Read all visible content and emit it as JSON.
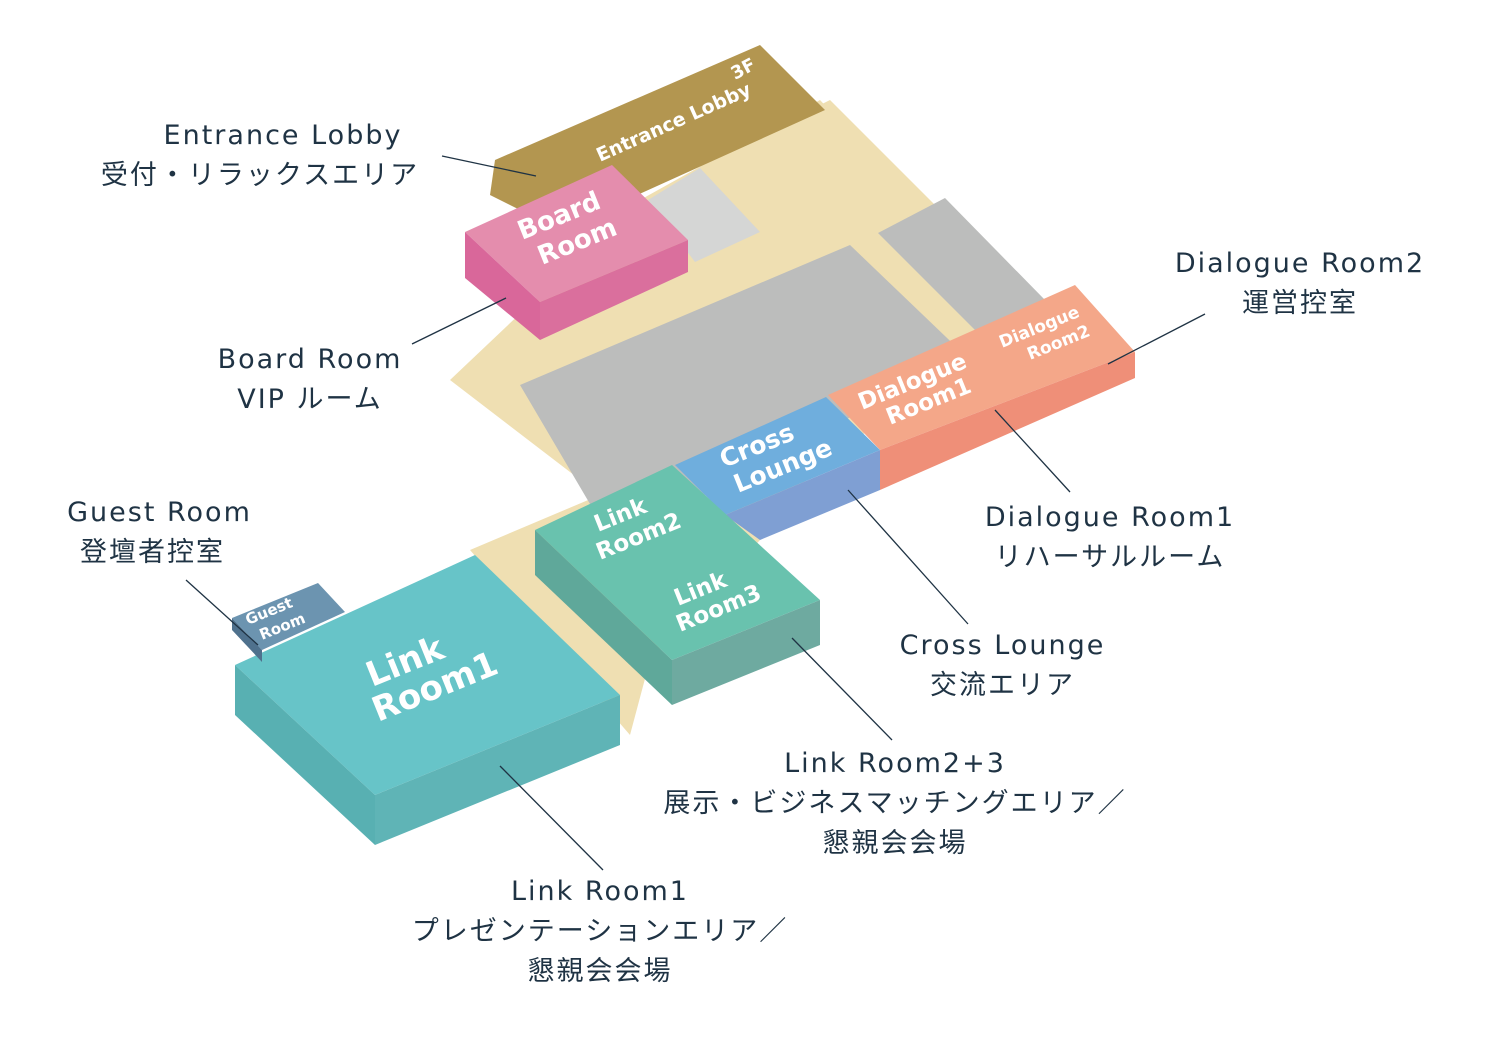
{
  "floor_badge": "3F",
  "floor_labels": {
    "entrance_lobby": "Entrance Lobby",
    "board_room": [
      "Board",
      "Room"
    ],
    "dialogue_room2": [
      "Dialogue",
      "Room2"
    ],
    "dialogue_room1": [
      "Dialogue",
      "Room1"
    ],
    "cross_lounge": [
      "Cross",
      "Lounge"
    ],
    "link_room2": [
      "Link",
      "Room2"
    ],
    "link_room3": [
      "Link",
      "Room3"
    ],
    "link_room1": [
      "Link",
      "Room1"
    ],
    "guest_room": [
      "Guest",
      "Room"
    ]
  },
  "callouts": {
    "entrance_lobby": {
      "title": "Entrance Lobby",
      "desc": "受付・リラックスエリア"
    },
    "board_room": {
      "title": "Board Room",
      "desc": "VIP ルーム"
    },
    "dialogue_room2": {
      "title": "Dialogue Room2",
      "desc": "運営控室"
    },
    "dialogue_room1": {
      "title": "Dialogue Room1",
      "desc": "リハーサルルーム"
    },
    "guest_room": {
      "title": "Guest Room",
      "desc": "登壇者控室"
    },
    "cross_lounge": {
      "title": "Cross Lounge",
      "desc": "交流エリア"
    },
    "link_room23": {
      "title": "Link Room2+3",
      "desc": "展示・ビジネスマッチングエリア／",
      "desc2": "懇親会会場"
    },
    "link_room1": {
      "title": "Link Room1",
      "desc": "プレゼンテーションエリア／",
      "desc2": "懇親会会場"
    }
  },
  "colors": {
    "corridor": "#efdfb2",
    "gray_area": "#bcbdbc",
    "light_gray": "#d5d6d5",
    "entrance_lobby": "#b39650",
    "board_room": "#e48dad",
    "dialogue_room": "#f4a789",
    "cross_lounge": "#6faedd",
    "link_room23": "#69c2ae",
    "link_room1": "#67c4c8",
    "guest_room": "#6c94b0",
    "text": "#1f3344"
  }
}
